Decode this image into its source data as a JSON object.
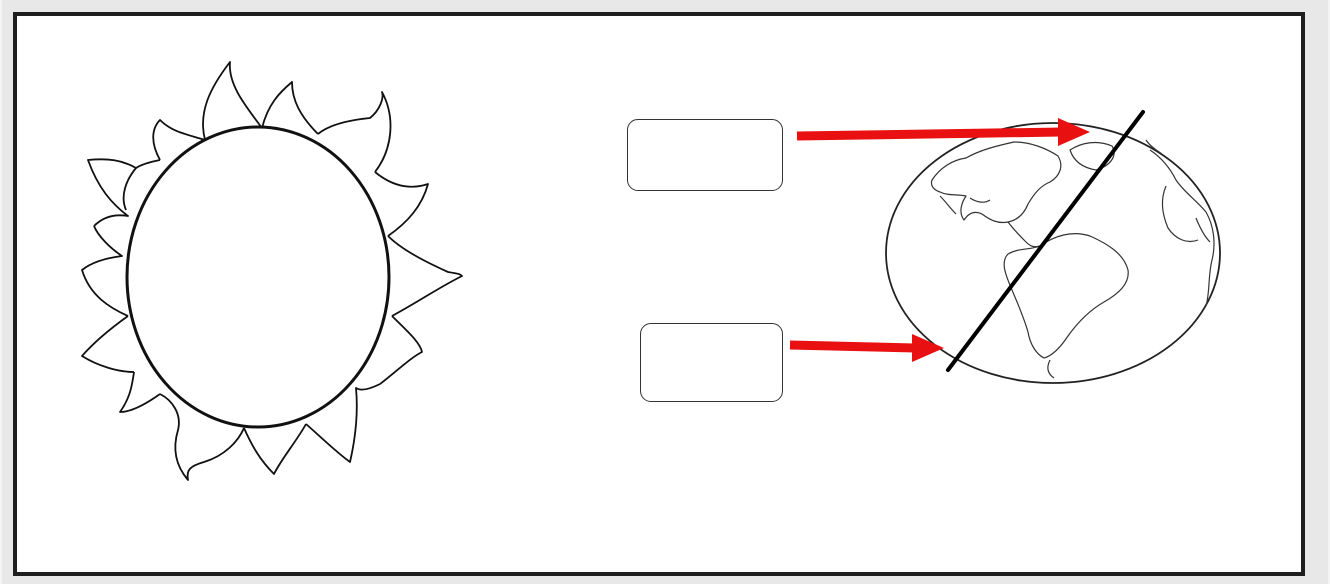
{
  "diagram": {
    "elements": {
      "sun": "sun",
      "earth": "earth",
      "axis": "axis",
      "ray_top": "sun ray",
      "ray_bottom": "sun ray"
    },
    "labels": {
      "top": "",
      "bottom": ""
    },
    "colors": {
      "ray": "#e81010",
      "outline": "#111111",
      "frame": "#1e1e1e",
      "background": "#ffffff"
    }
  }
}
